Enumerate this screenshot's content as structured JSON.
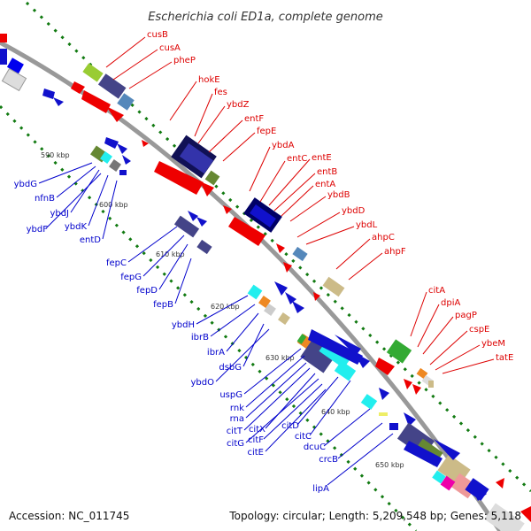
{
  "title": "Escherichia coli ED1a, complete genome",
  "accession": "Accession: NC_011745",
  "topology": "Topology: circular; Length: 5,209,548 bp; Genes: 5,118",
  "colors": {
    "outer_labels": "#dd0000",
    "inner_labels": "#0000cc",
    "backbone": "#999999",
    "tick_dots": "#117a11"
  },
  "scale_labels": [
    "590 kbp",
    "600 kbp",
    "610 kbp",
    "620 kbp",
    "630 kbp",
    "640 kbp",
    "650 kbp"
  ],
  "outer_genes": [
    "cusB",
    "cusA",
    "pheP",
    "hokE",
    "fes",
    "ybdZ",
    "entF",
    "fepE",
    "ybdA",
    "entC",
    "entE",
    "entB",
    "entA",
    "ybdB",
    "ybdD",
    "ybdL",
    "ahpC",
    "ahpF",
    "citA",
    "dpiA",
    "pagP",
    "cspE",
    "ybeM",
    "tatE"
  ],
  "inner_genes": [
    "ybdG",
    "nfnB",
    "ybdJ",
    "ybdK",
    "ybdF",
    "entD",
    "fepC",
    "fepG",
    "fepD",
    "fepB",
    "ybdH",
    "ibrB",
    "ibrA",
    "dsbG",
    "ybdO",
    "uspG",
    "rnk",
    "rna",
    "citT",
    "citX",
    "citG",
    "citF",
    "citE",
    "citD",
    "citC",
    "dcuC",
    "crcB",
    "lipA"
  ]
}
